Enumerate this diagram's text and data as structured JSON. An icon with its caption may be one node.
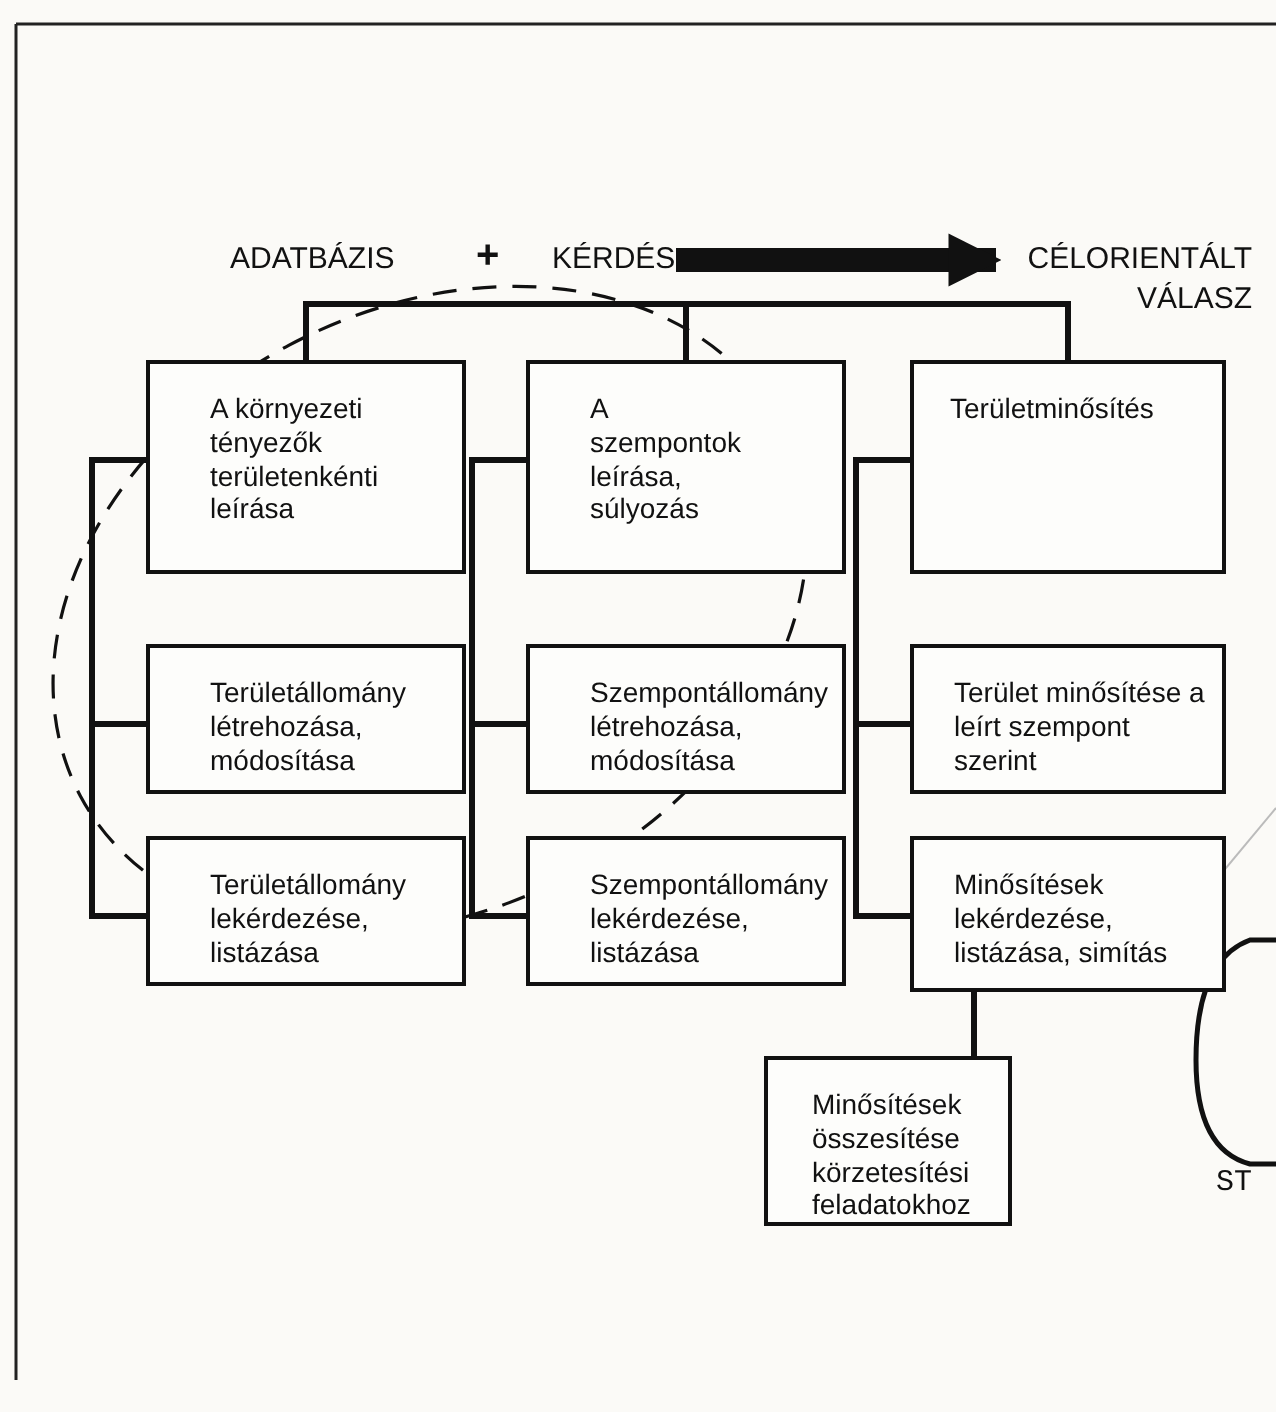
{
  "diagram": {
    "nodes": [
      {
        "text": [
          "ADATBÁZIS"
        ]
      },
      {
        "text": [
          "KÉRDÉS"
        ]
      },
      {
        "text": [
          "CÉLORIENTÁLT VÁLASZ"
        ]
      },
      {
        "text": [
          "A környezeti tényezők területenkénti leírása"
        ]
      },
      {
        "text": [
          "A szempontok leírása, súlyozás"
        ]
      },
      {
        "text": [
          "Területminősítés"
        ]
      },
      {
        "text": [
          "Területállomány létrehozása, módosítása"
        ]
      },
      {
        "text": [
          "Szempontállomány létrehozása, módosítása"
        ]
      },
      {
        "text": [
          "Terület minősítése a leírt szempont szerint"
        ]
      },
      {
        "text": [
          "Területállomány lekérdezése, listázása"
        ]
      },
      {
        "text": [
          "Szempontállomány lekérdezése, listázása"
        ]
      },
      {
        "text": [
          "Minősítések lekérdezése, listázása, simítás"
        ]
      },
      {
        "text": [
          "Minősítések összesítése körzetesítési feladatokhoz"
        ]
      }
    ],
    "edges": [
      {
        "from": 1,
        "to": 2,
        "arrow": "to",
        "style": "thick"
      },
      {
        "from": 3,
        "to": 4,
        "arrow": "none"
      },
      {
        "from": 4,
        "to": 5,
        "arrow": "none"
      },
      {
        "from": 3,
        "to": 6,
        "arrow": "none"
      },
      {
        "from": 3,
        "to": 9,
        "arrow": "none"
      },
      {
        "from": 4,
        "to": 7,
        "arrow": "none"
      },
      {
        "from": 4,
        "to": 10,
        "arrow": "none"
      },
      {
        "from": 5,
        "to": 8,
        "arrow": "none"
      },
      {
        "from": 5,
        "to": 11,
        "arrow": "none"
      },
      {
        "from": 11,
        "to": 12,
        "arrow": "none"
      }
    ],
    "labels": [
      "+",
      "ST"
    ]
  }
}
